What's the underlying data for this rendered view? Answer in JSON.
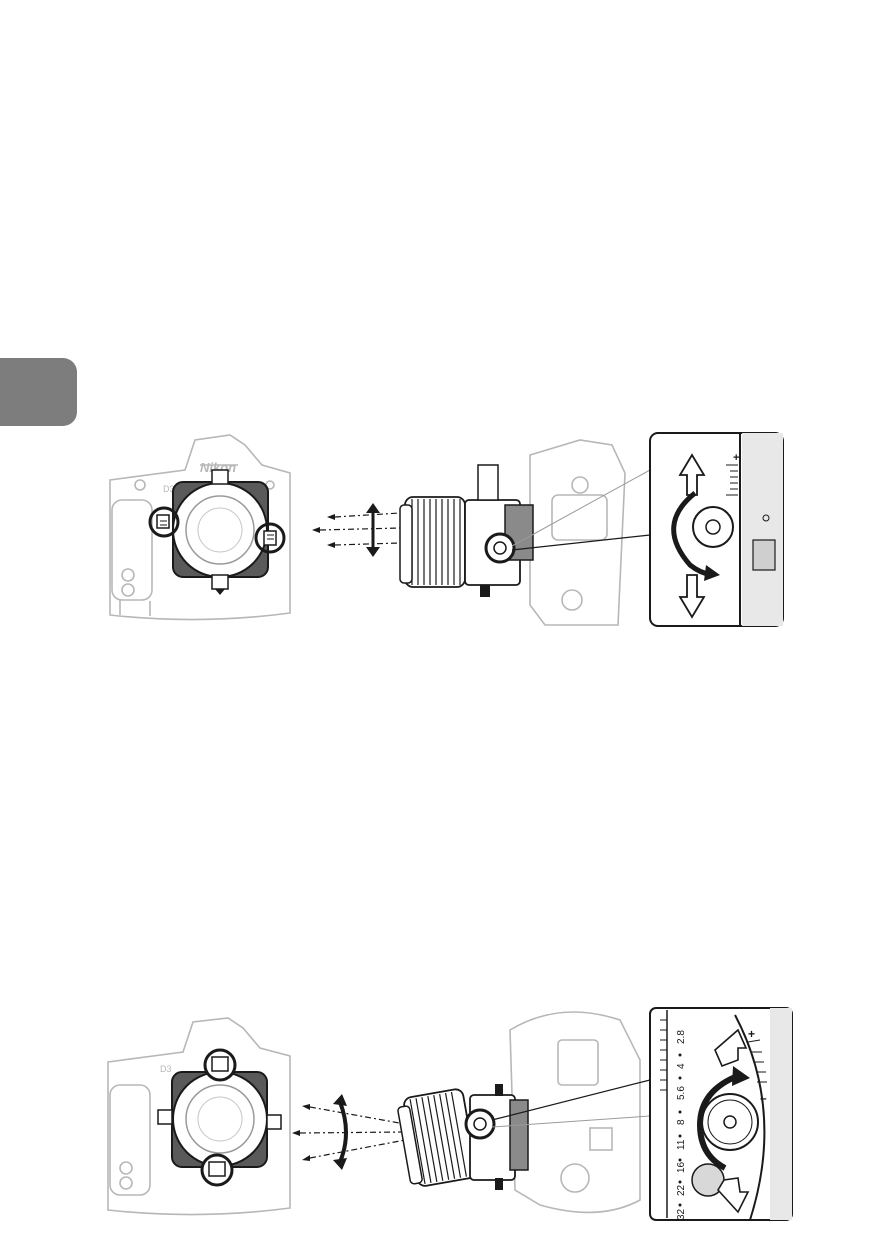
{
  "page": {
    "tab_color": "#7d7d7d",
    "line_color": "#1a1a1a",
    "ghost_color": "#b7b7b7"
  },
  "figure_top": {
    "camera_brand": "Nikon",
    "model_mark": "D3",
    "inset_marks": [
      "+"
    ],
    "icons": [
      "camera-front-icon",
      "camera-side-lens-icon",
      "shift-knob-detail-icon",
      "up-arrow-icon",
      "down-arrow-icon",
      "rotate-arrow-icon"
    ]
  },
  "figure_bottom": {
    "model_mark": "D3",
    "aperture_scale": [
      "32",
      "22",
      "16",
      "11",
      "8",
      "5.6",
      "4",
      "2.8"
    ],
    "inset_marks": [
      "+",
      "–"
    ],
    "icons": [
      "camera-front-icon",
      "camera-top-lens-icon",
      "tilt-knob-detail-icon",
      "curved-arrow-icon"
    ]
  }
}
